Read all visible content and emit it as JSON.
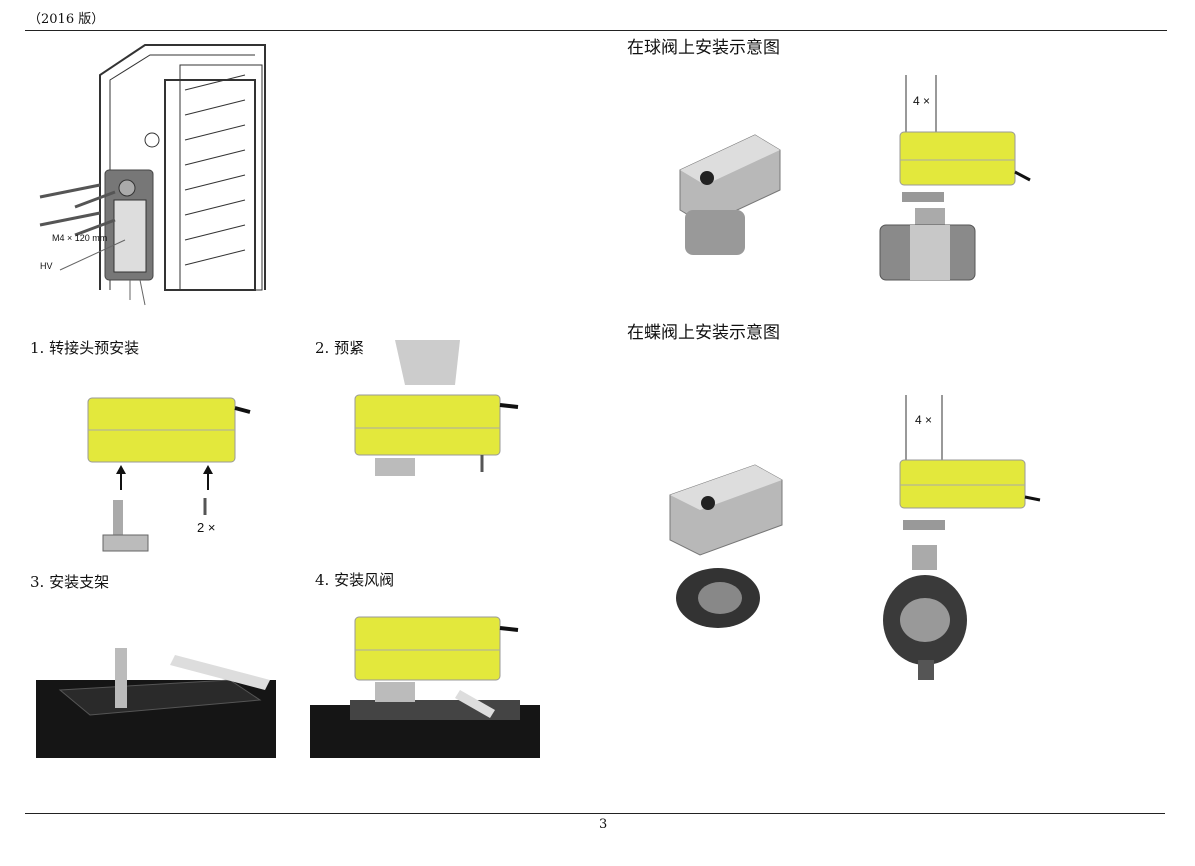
{
  "header": {
    "edition": "（2016 版）"
  },
  "left": {
    "diagram": {
      "bolt_label": "M4 × 120 mm",
      "hv_label": "HV"
    },
    "steps": [
      {
        "label": "1. 转接头预安装",
        "qty": "2 ×"
      },
      {
        "label": "2. 预紧"
      },
      {
        "label": "3. 安装支架"
      },
      {
        "label": "4. 安装风阀"
      }
    ]
  },
  "right": {
    "ball_valve": {
      "title": "在球阀上安装示意图",
      "qty": "4 ×"
    },
    "butterfly_valve": {
      "title": "在蝶阀上安装示意图",
      "qty": "4 ×"
    }
  },
  "footer": {
    "page_number": "3"
  },
  "colors": {
    "actuator_yellow": "#e3e83c",
    "actuator_gray": "#b8b8b8",
    "frame_black": "#151515"
  }
}
